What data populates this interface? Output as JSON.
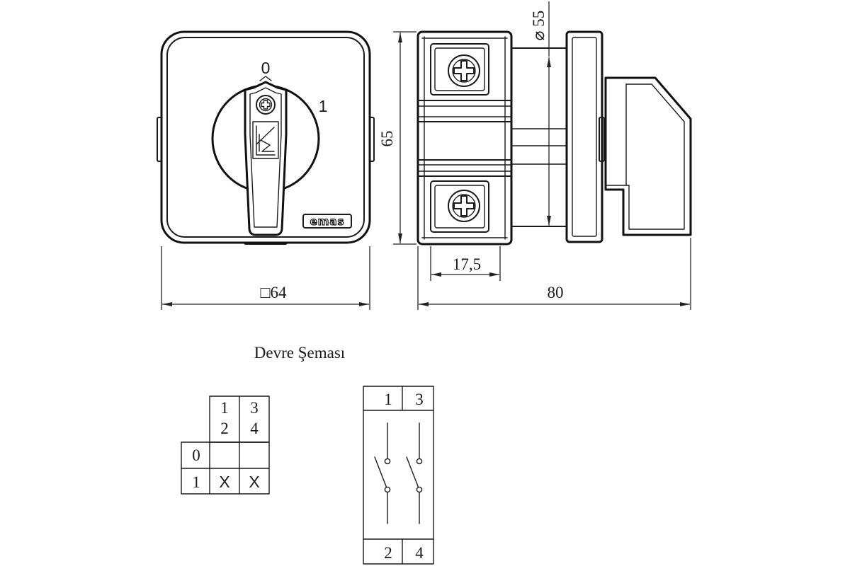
{
  "front_view": {
    "position_off_label": "0",
    "position_on_label": "1",
    "brand_logo": "emas",
    "width_dimension": "□64"
  },
  "side_view": {
    "height_dimension": "65",
    "diameter_dimension": "⌀ 55",
    "terminal_pitch_dimension": "17,5",
    "depth_dimension": "80"
  },
  "circuit": {
    "title": "Devre Şeması",
    "switching_table": {
      "columns": [
        {
          "top": "1",
          "bottom": "2"
        },
        {
          "top": "3",
          "bottom": "4"
        }
      ],
      "rows": [
        {
          "label": "0",
          "cells": [
            "",
            ""
          ]
        },
        {
          "label": "1",
          "cells": [
            "X",
            "X"
          ]
        }
      ]
    },
    "diagram": {
      "top_terminals": [
        "1",
        "3"
      ],
      "bottom_terminals": [
        "2",
        "4"
      ]
    }
  }
}
